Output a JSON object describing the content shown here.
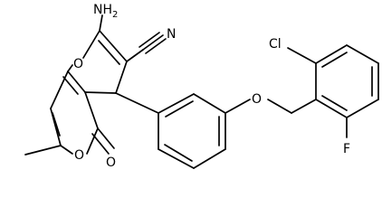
{
  "molecule": {
    "atoms": {
      "amino": {
        "element": "N",
        "hydrogens": "H",
        "count": "2"
      },
      "nitrile_n": {
        "element": "N"
      },
      "pyran_o": {
        "element": "O"
      },
      "lactone_ring_o": {
        "element": "O"
      },
      "carbonyl_o": {
        "element": "O"
      },
      "ether_o": {
        "element": "O"
      },
      "chlorine": {
        "element": "Cl"
      },
      "fluorine": {
        "element": "F"
      }
    }
  },
  "colors": {
    "bond": "#000000",
    "background": "#ffffff"
  }
}
